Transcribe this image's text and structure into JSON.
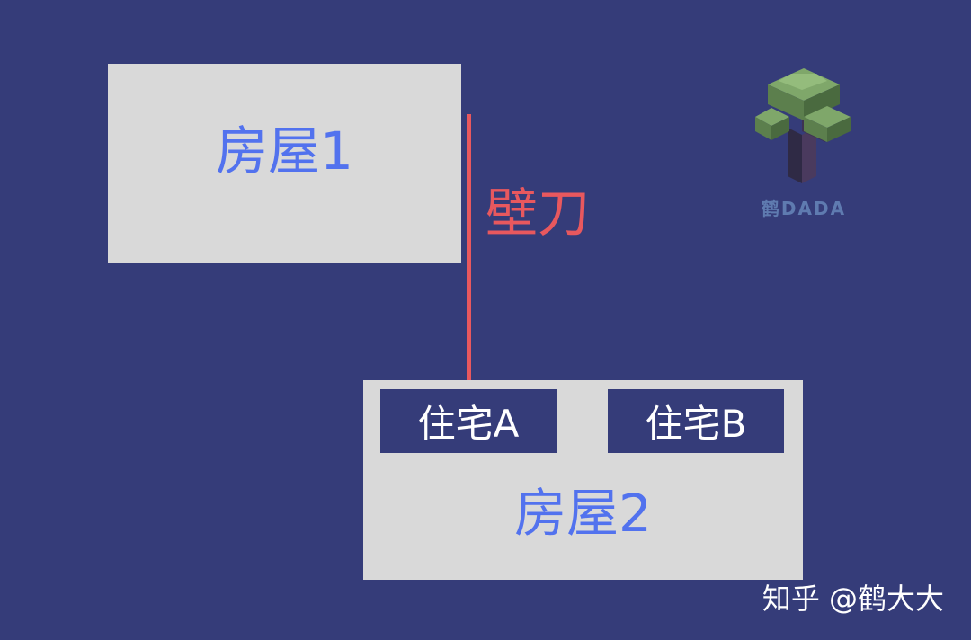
{
  "diagram": {
    "house1_label": "房屋1",
    "blade_label": "壁刀",
    "house2_label": "房屋2",
    "residence_a": "住宅A",
    "residence_b": "住宅B"
  },
  "logo": {
    "icon": "voxel-tree-icon",
    "text": "鹤DADA"
  },
  "watermark": {
    "text": "知乎 @鹤大大"
  },
  "colors": {
    "background": "#353c79",
    "box": "#d9d9d9",
    "house_label": "#5272ee",
    "blade": "#e8585e",
    "residence_text": "#ffffff"
  }
}
